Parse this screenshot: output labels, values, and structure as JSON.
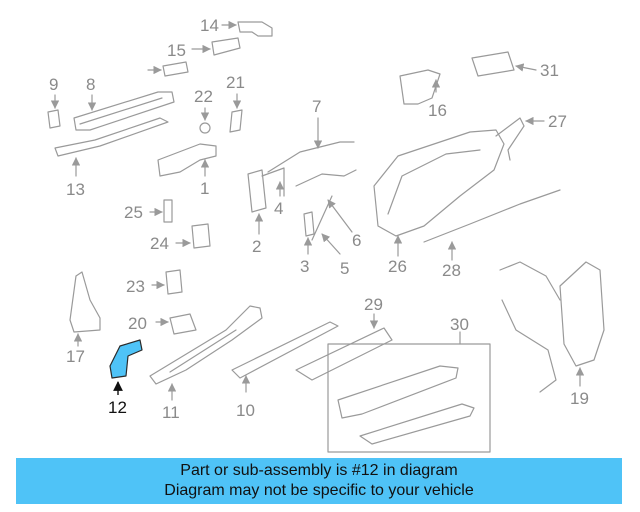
{
  "diagram": {
    "highlight_color": "#4fc3f7",
    "line_color": "#9a9a9a",
    "labels": {
      "n1": "1",
      "n2": "2",
      "n3": "3",
      "n4": "4",
      "n5": "5",
      "n6": "6",
      "n7": "7",
      "n8": "8",
      "n9": "9",
      "n10": "10",
      "n11": "11",
      "n12": "12",
      "n13": "13",
      "n14": "14",
      "n15": "15",
      "n16": "16",
      "n17": "17",
      "n19": "19",
      "n20": "20",
      "n21": "21",
      "n22": "22",
      "n23": "23",
      "n24": "24",
      "n25": "25",
      "n26": "26",
      "n27": "27",
      "n28": "28",
      "n29": "29",
      "n30": "30",
      "n31": "31"
    }
  },
  "banner": {
    "line1": "Part or sub-assembly is #12 in diagram",
    "line2": "Diagram may not be specific to your vehicle"
  }
}
